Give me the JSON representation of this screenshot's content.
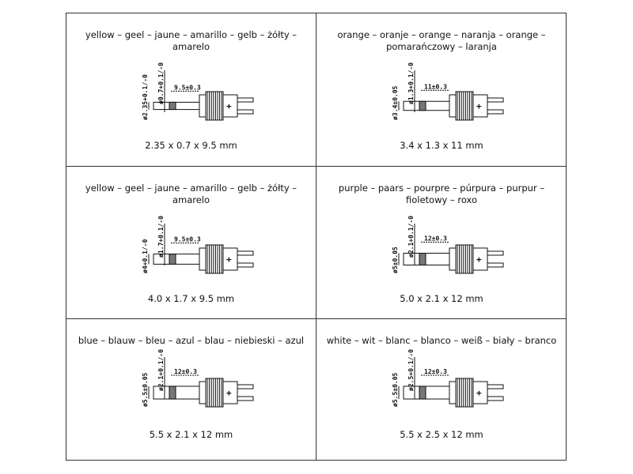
{
  "cells": [
    {
      "title": "yellow – geel – jaune – amarillo – gelb – żółty – amarelo",
      "size": "2.35 x 0.7 x 9.5 mm",
      "outer_dim": "ø2.35+0.1/-0",
      "inner_dim": "ø0.7+0.1/-0",
      "length_dim": "9.5±0.3",
      "tip": 2.35
    },
    {
      "title": "orange – oranje – orange – naranja – orange – pomarańczowy – laranja",
      "size": "3.4 x 1.3 x 11 mm",
      "outer_dim": "ø3.4±0.05",
      "inner_dim": "ø1.3+0.1/-0",
      "length_dim": "11±0.3",
      "tip": 3.4
    },
    {
      "title": "yellow – geel – jaune – amarillo – gelb – żółty – amarelo",
      "size": "4.0 x 1.7 x 9.5 mm",
      "outer_dim": "ø4+0.1/-0",
      "inner_dim": "ø1.7+0.1/-0",
      "length_dim": "9.5±0.3",
      "tip": 4.0
    },
    {
      "title": "purple – paars – pourpre – púrpura – purpur – fioletowy – roxo",
      "size": "5.0 x 2.1 x 12 mm",
      "outer_dim": "ø5±0.05",
      "inner_dim": "ø2.1+0.1/-0",
      "length_dim": "12±0.3",
      "tip": 5.0
    },
    {
      "title": "blue – blauw – bleu – azul – blau – niebieski – azul",
      "size": "5.5 x 2.1 x 12 mm",
      "outer_dim": "ø5.5±0.05",
      "inner_dim": "ø2.1+0.1/-0",
      "length_dim": "12±0.3",
      "tip": 5.5
    },
    {
      "title": "white – wit – blanc – blanco – weiß – biały – branco",
      "size": "5.5 x 2.5 x 12 mm",
      "outer_dim": "ø5.5±0.05",
      "inner_dim": "ø2.5+0.1/-0",
      "length_dim": "12±0.3",
      "tip": 5.5
    }
  ]
}
